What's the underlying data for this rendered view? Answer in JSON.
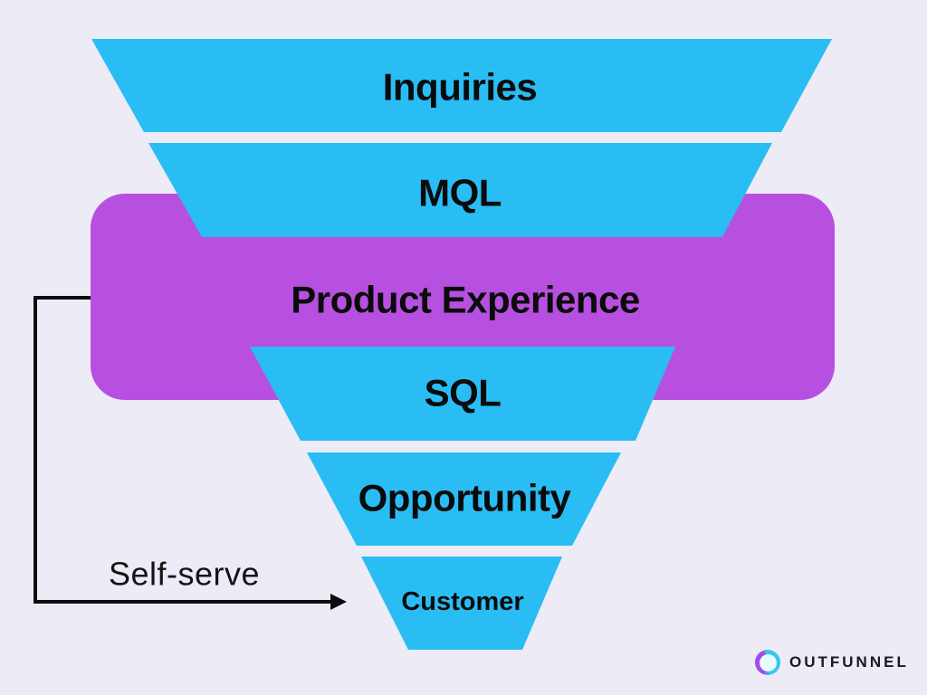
{
  "colors": {
    "background": "#EDEBF6",
    "funnel_blue": "#29BDF4",
    "band_purple": "#B750E0",
    "label_black": "#0B0B0B",
    "arrow_black": "#0C0C0C"
  },
  "funnel": {
    "stage_color": "#29BDF4",
    "label_color": "#0B0B0B",
    "stages": [
      {
        "id": "inquiries",
        "label": "Inquiries"
      },
      {
        "id": "mql",
        "label": "MQL"
      },
      {
        "id": "sql",
        "label": "SQL"
      },
      {
        "id": "opportunity",
        "label": "Opportunity"
      },
      {
        "id": "customer",
        "label": "Customer"
      }
    ]
  },
  "overlay_band": {
    "label": "Product Experience",
    "color": "#B750E0"
  },
  "annotation": {
    "label": "Self-serve",
    "color": "#0C0C0C"
  },
  "brand": {
    "name": "OUTFUNNEL",
    "text_color": "#1B1726",
    "mark": {
      "purple": "#A44BE8",
      "cyan": "#35C6F3",
      "inner": "#E7FBFE"
    }
  }
}
